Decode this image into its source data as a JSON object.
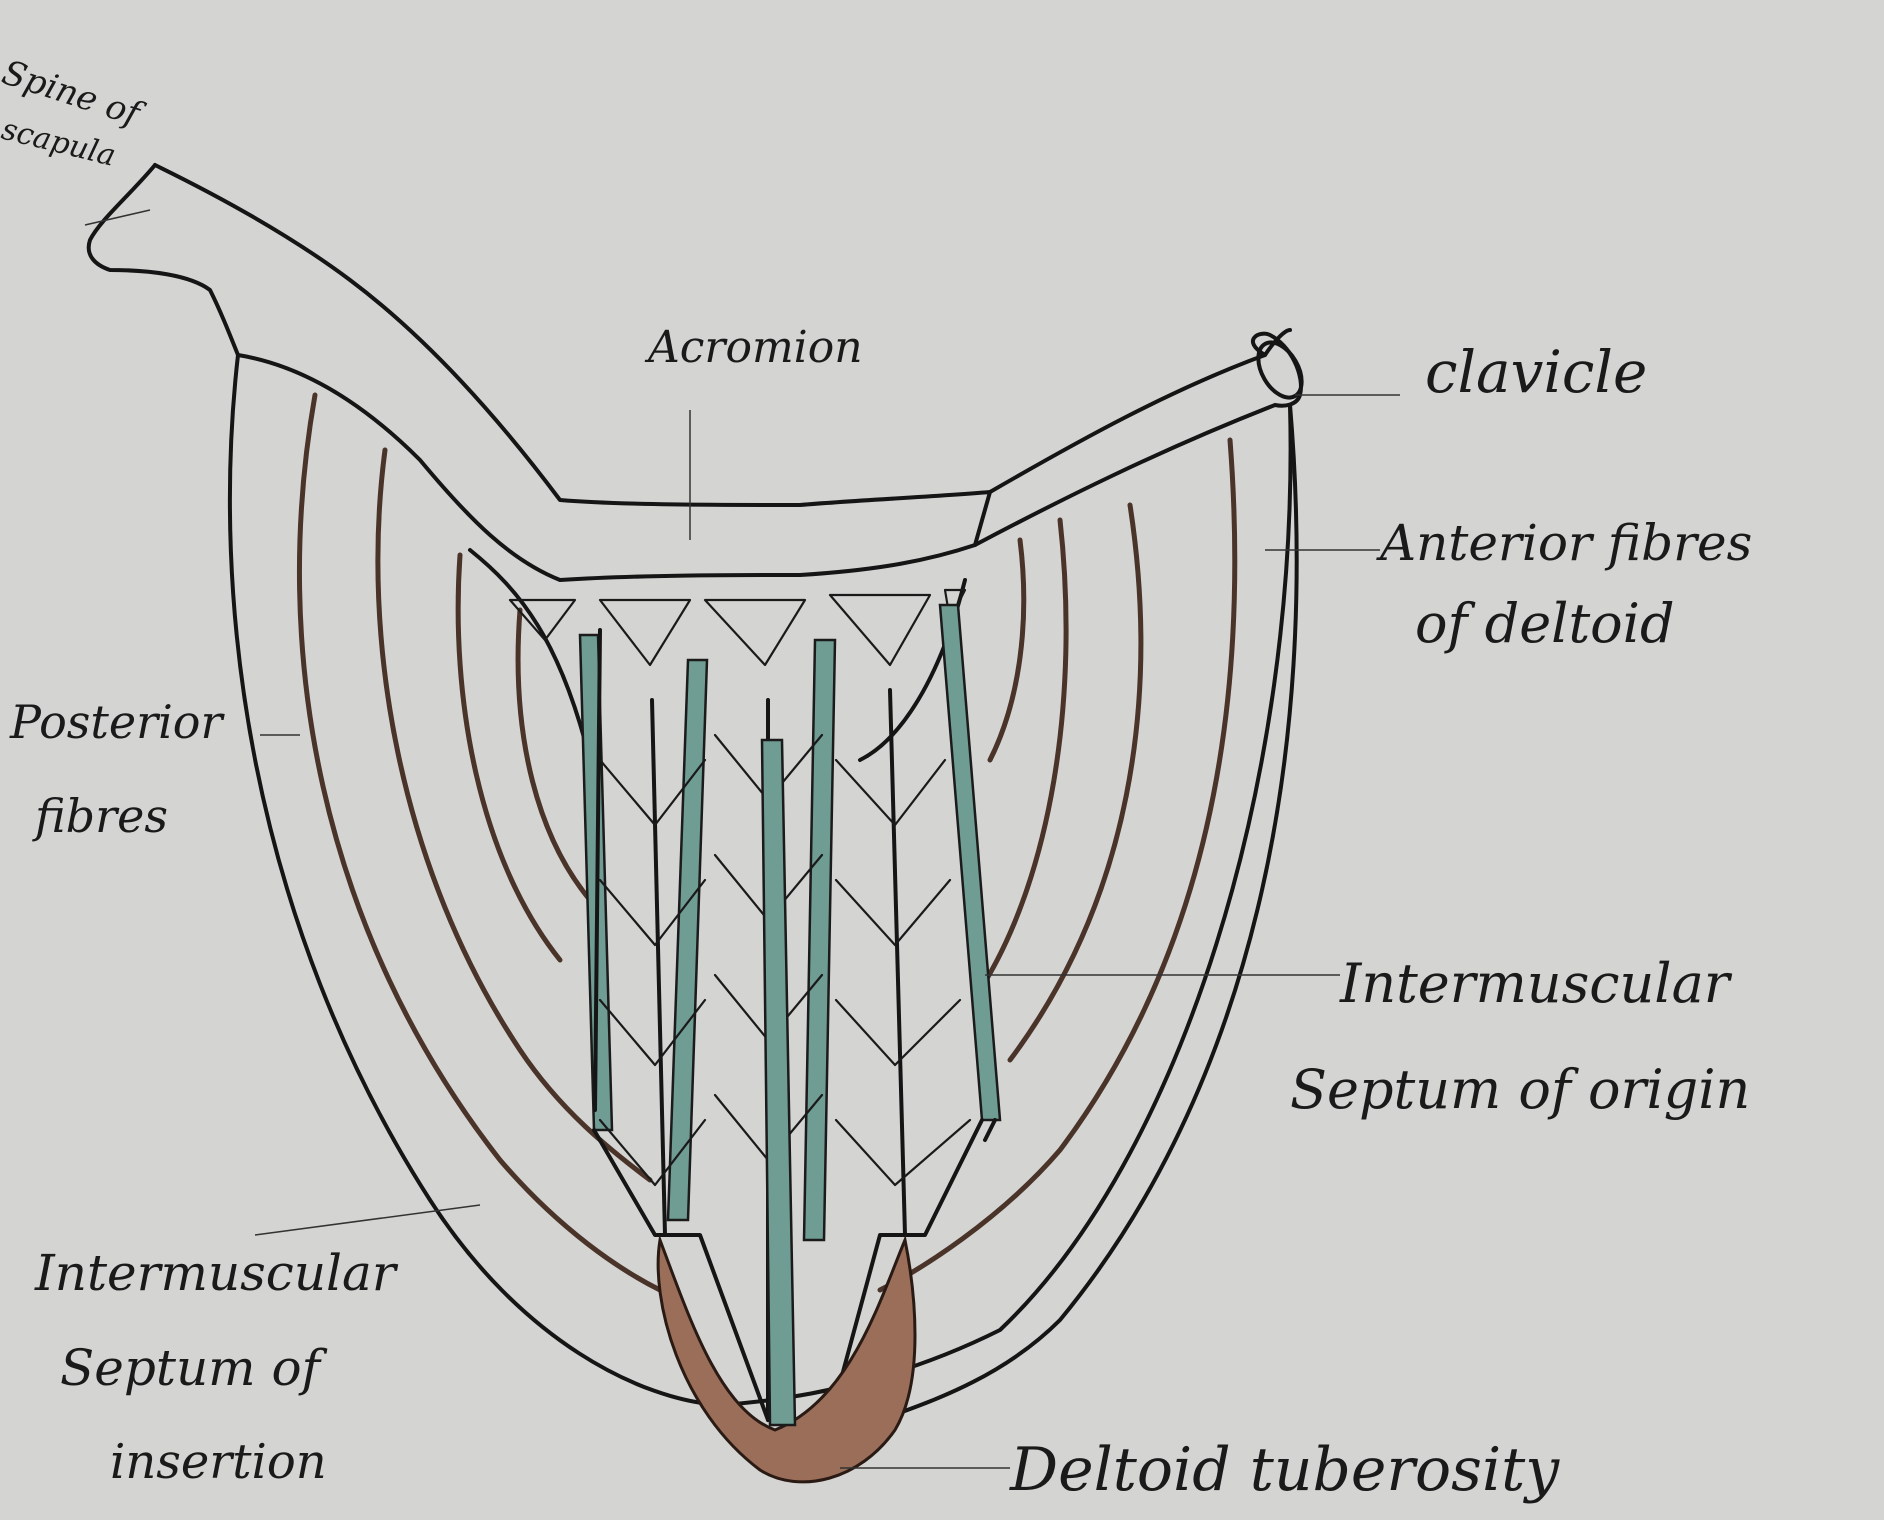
{
  "labels": {
    "spine_line1": "Spine of",
    "spine_line2": "scapula",
    "acromion": "Acromion",
    "clavicle": "clavicle",
    "anterior_line1": "Anterior fibres",
    "anterior_line2": "of deltoid",
    "posterior_line1": "Posterior",
    "posterior_line2": "fibres",
    "septum_origin_line1": "Intermuscular",
    "septum_origin_line2": "Septum of origin",
    "septum_insertion_line1": "Intermuscular",
    "septum_insertion_line2": "Septum of",
    "septum_insertion_line3": "insertion",
    "deltoid_tuberosity": "Deltoid tuberosity"
  },
  "colors": {
    "background": "#d4d4d2",
    "septum_green": "#6f9c93",
    "fibre_brown": "#4a3329",
    "tuberosity_brown": "#9b6e5a"
  }
}
